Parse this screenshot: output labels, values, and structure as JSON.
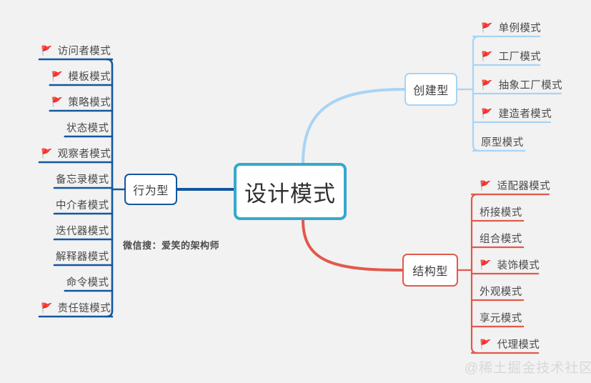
{
  "root": {
    "label": "设计模式",
    "color": "#35a9cc"
  },
  "branches": [
    {
      "id": "behavioral",
      "label": "行为型",
      "color": "#1257a0",
      "side": "left",
      "items": [
        {
          "label": "访问者模式",
          "flag": true
        },
        {
          "label": "模板模式",
          "flag": true
        },
        {
          "label": "策略模式",
          "flag": true
        },
        {
          "label": "状态模式",
          "flag": false
        },
        {
          "label": "观察者模式",
          "flag": true
        },
        {
          "label": "备忘录模式",
          "flag": false
        },
        {
          "label": "中介者模式",
          "flag": false
        },
        {
          "label": "迭代器模式",
          "flag": false
        },
        {
          "label": "解释器模式",
          "flag": false
        },
        {
          "label": "命令模式",
          "flag": false
        },
        {
          "label": "责任链模式",
          "flag": true
        }
      ]
    },
    {
      "id": "creational",
      "label": "创建型",
      "color": "#a8d4f5",
      "side": "right",
      "items": [
        {
          "label": "单例模式",
          "flag": true
        },
        {
          "label": "工厂模式",
          "flag": true
        },
        {
          "label": "抽象工厂模式",
          "flag": true
        },
        {
          "label": "建造者模式",
          "flag": true
        },
        {
          "label": "原型模式",
          "flag": false
        }
      ]
    },
    {
      "id": "structural",
      "label": "结构型",
      "color": "#e2594b",
      "side": "right",
      "items": [
        {
          "label": "适配器模式",
          "flag": true
        },
        {
          "label": "桥接模式",
          "flag": false
        },
        {
          "label": "组合模式",
          "flag": false
        },
        {
          "label": "装饰模式",
          "flag": true
        },
        {
          "label": "外观模式",
          "flag": false
        },
        {
          "label": "享元模式",
          "flag": false
        },
        {
          "label": "代理模式",
          "flag": true
        }
      ]
    }
  ],
  "flag_glyph": "🚩",
  "watermarks": {
    "wechat": "微信搜：爱笑的架构师",
    "juejin": "@稀土掘金技术社区"
  }
}
